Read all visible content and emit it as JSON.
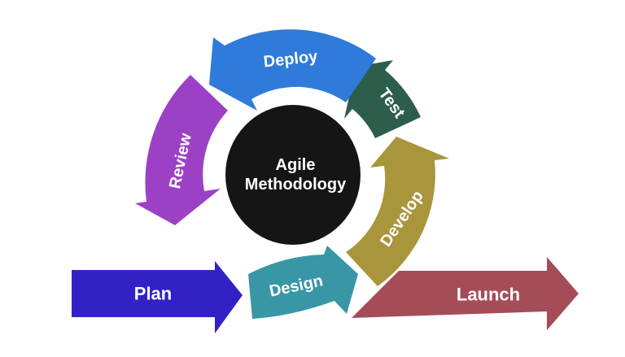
{
  "diagram": {
    "background": "#ffffff",
    "label_text_color": "#ffffff",
    "center": {
      "title_line1": "Agile",
      "title_line2": "Methodology",
      "color": "#151515"
    },
    "arrows": {
      "deploy": {
        "label": "Deploy",
        "color": "#2F7BD9"
      },
      "test": {
        "label": "Test",
        "color": "#2D5D4B"
      },
      "develop": {
        "label": "Develop",
        "color": "#A9953C"
      },
      "design": {
        "label": "Design",
        "color": "#3996A6"
      },
      "review": {
        "label": "Review",
        "color": "#9C41C6"
      },
      "plan": {
        "label": "Plan",
        "color": "#3222C6"
      },
      "launch": {
        "label": "Launch",
        "color": "#A54C59"
      }
    }
  }
}
